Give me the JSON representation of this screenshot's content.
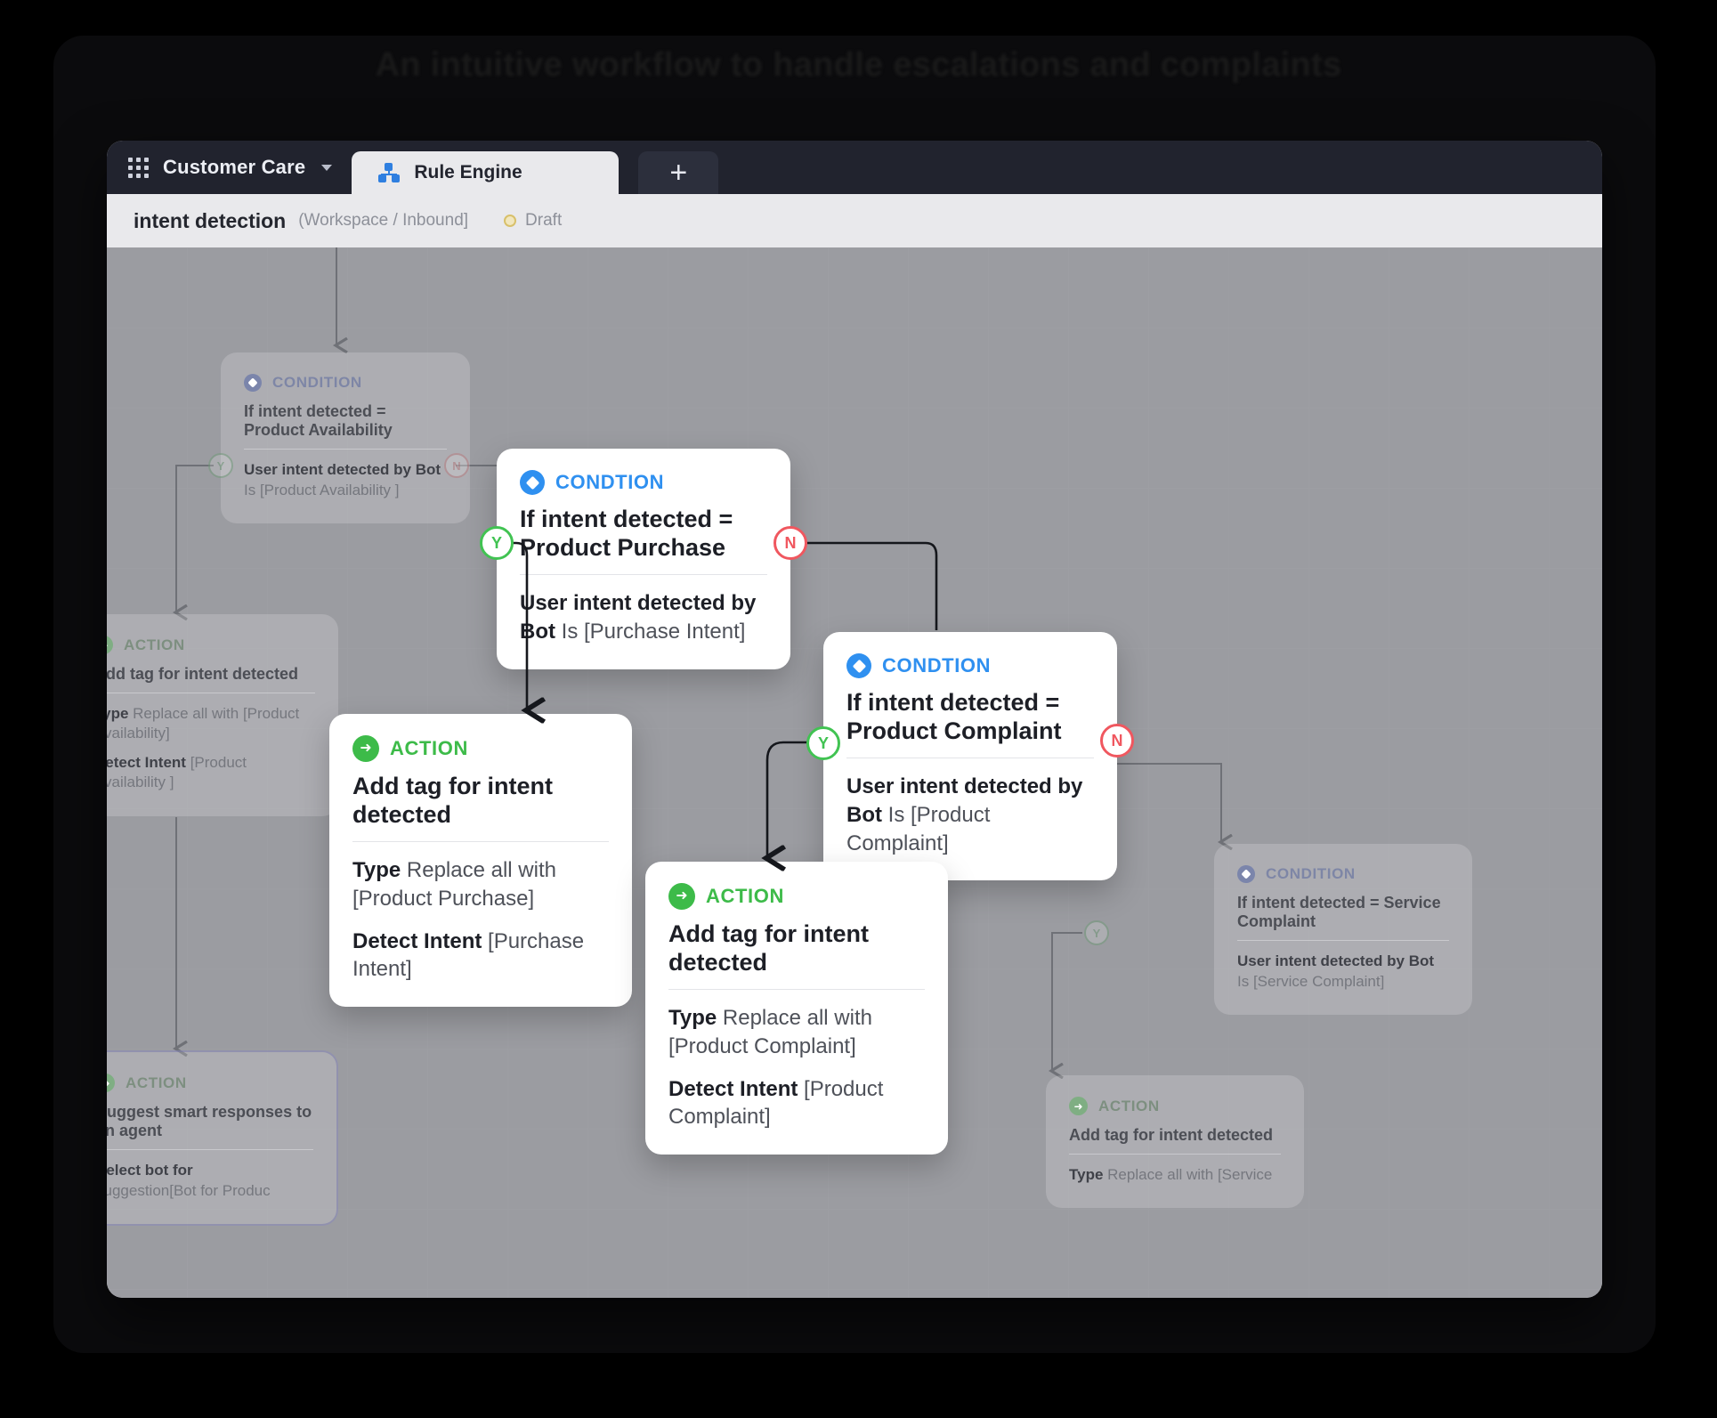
{
  "headline": "An intuitive workflow to handle escalations and complaints",
  "topbar": {
    "apps_icon": "grid-apps-icon",
    "workspace": "Customer Care",
    "tab": {
      "icon": "rule-engine-icon",
      "label": "Rule Engine"
    },
    "new_tab_label": "+"
  },
  "breadcrumb": {
    "flow_name": "intent detection",
    "path": "(Workspace / Inbound]",
    "status": "Draft"
  },
  "nodes": {
    "cond_availability": {
      "kind": "CONDITION",
      "title": "If intent detected = Product Availability",
      "detail_label": "User intent detected by Bot",
      "detail_value": "Is [Product Availability ]",
      "port_y": "Y",
      "port_n": "N"
    },
    "cond_purchase": {
      "kind": "CONDTION",
      "title": "If intent detected = Product Purchase",
      "detail_label": "User intent detected by Bot",
      "detail_value": "Is [Purchase Intent]",
      "port_y": "Y",
      "port_n": "N"
    },
    "cond_complaint": {
      "kind": "CONDTION",
      "title": "If intent detected = Product Complaint",
      "detail_label": "User intent detected by Bot",
      "detail_value": "Is [Product Complaint]",
      "port_y": "Y",
      "port_n": "N"
    },
    "cond_service": {
      "kind": "CONDITION",
      "title": "If intent detected = Service Complaint",
      "detail_label": "User intent detected by Bot",
      "detail_value": "Is [Service Complaint]",
      "port_y": "Y"
    },
    "act_availability": {
      "kind": "ACTION",
      "title": "Add tag for intent detected",
      "type_label": "Type",
      "type_value": "Replace all with [Product Availability]",
      "intent_label": "Detect Intent",
      "intent_value": "[Product Availability ]"
    },
    "act_purchase": {
      "kind": "ACTION",
      "title": "Add tag for intent detected",
      "type_label": "Type",
      "type_value": "Replace all with [Product Purchase]",
      "intent_label": "Detect Intent",
      "intent_value": "[Purchase Intent]"
    },
    "act_complaint": {
      "kind": "ACTION",
      "title": "Add tag for intent detected",
      "type_label": "Type",
      "type_value": "Replace all with [Product Complaint]",
      "intent_label": "Detect Intent",
      "intent_value": "[Product Complaint]"
    },
    "act_service": {
      "kind": "ACTION",
      "title": "Add tag for intent detected",
      "type_label": "Type",
      "type_value": "Replace all with [Service"
    },
    "act_suggest": {
      "kind": "ACTION",
      "title": "Suggest smart responses to an agent",
      "detail_label": "Select bot for",
      "detail_value": "suggestion[Bot for Produc"
    }
  },
  "colors": {
    "condition": "#2f90f0",
    "action": "#3dbb49",
    "yes_port": "#41c352",
    "no_port": "#f0575f",
    "canvas": "#9b9ca1",
    "topbar": "#21232e"
  }
}
